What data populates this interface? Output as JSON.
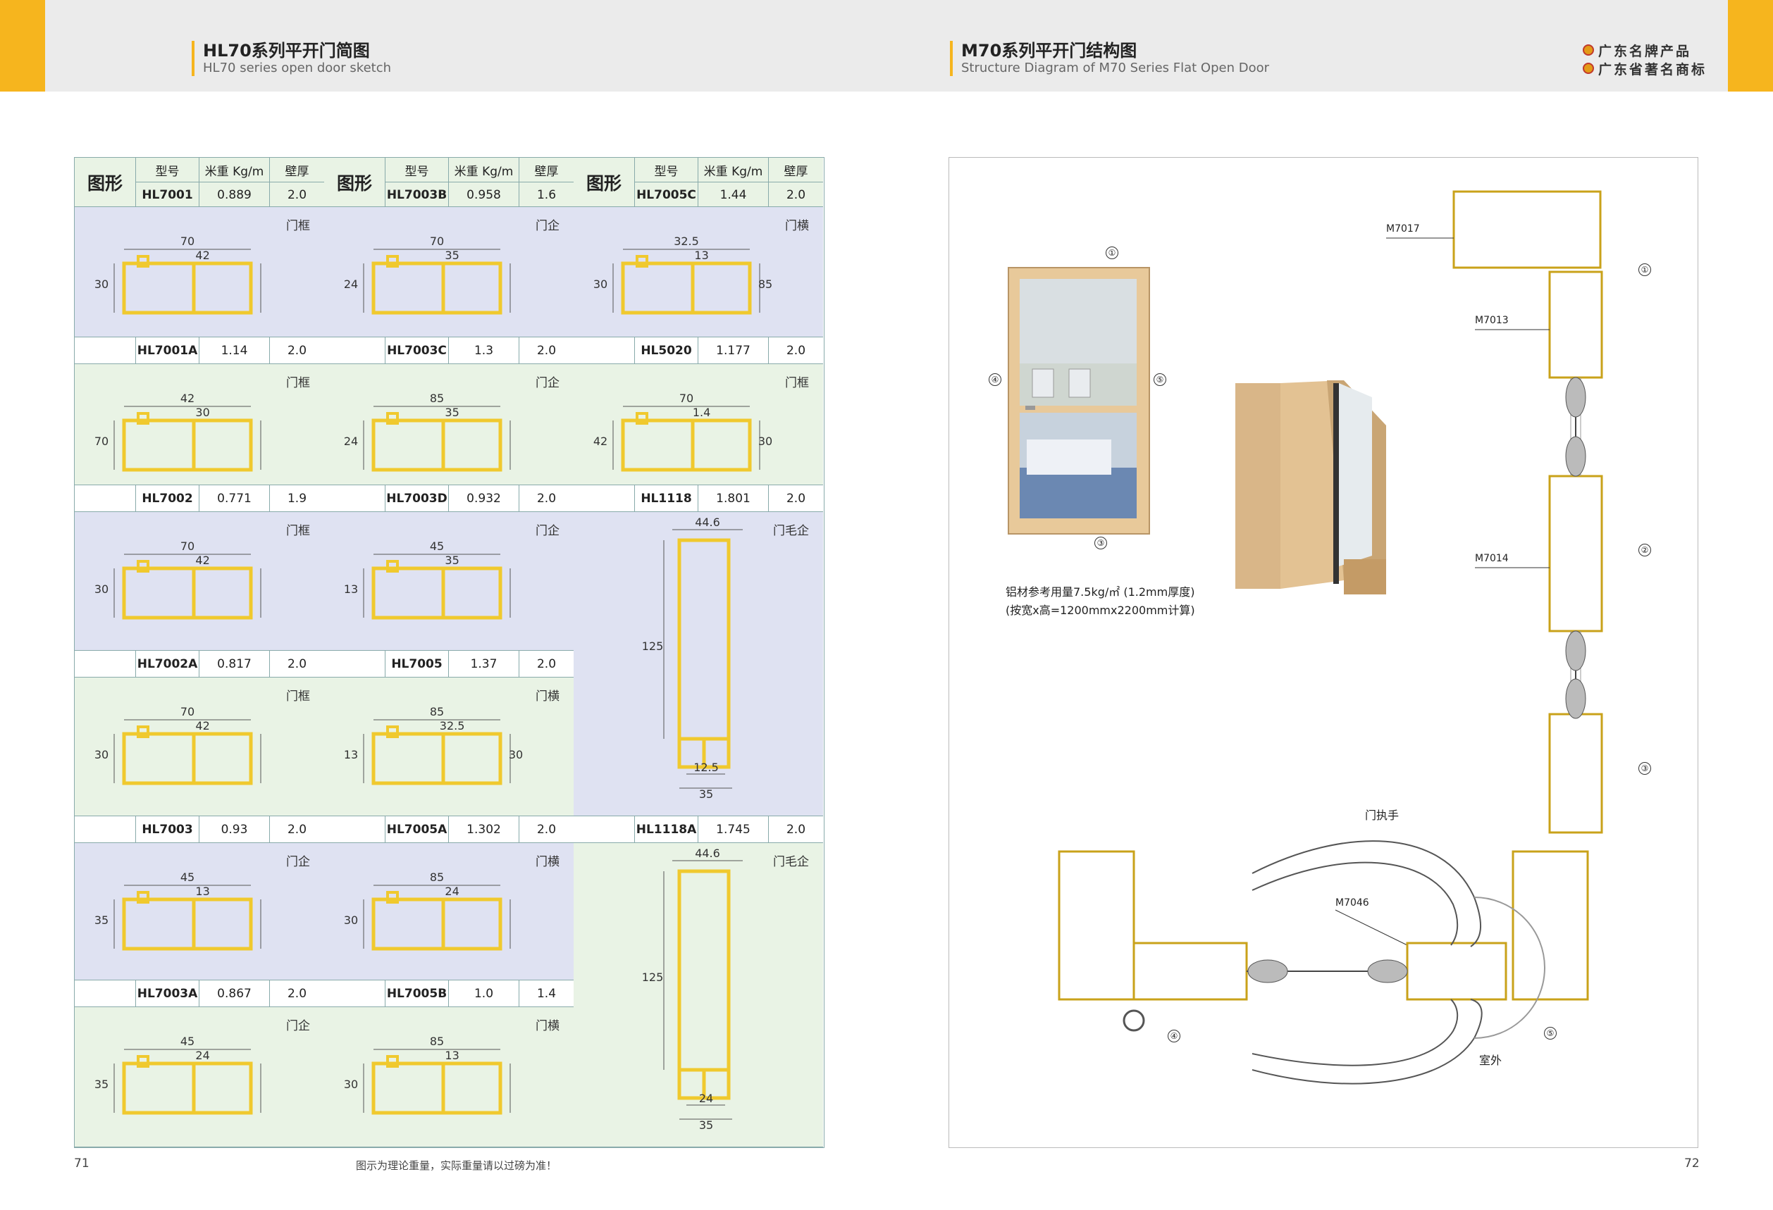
{
  "header": {
    "left_title_cn": "HL70系列平开门简图",
    "left_title_en": "HL70 series open door sketch",
    "right_title_cn": "M70系列平开门结构图",
    "right_title_en": "Structure Diagram of M70 Series Flat Open Door",
    "brand_line1": "广东名牌产品",
    "brand_line2": "广东省著名商标"
  },
  "table_header": {
    "shape": "图形",
    "model": "型号",
    "weight": "米重 Kg/m",
    "thickness": "壁厚"
  },
  "columns": [
    {
      "items": [
        {
          "model": "HL7001",
          "weight": "0.889",
          "thick": "2.0",
          "tag": "门框",
          "dims": [
            "70",
            "42",
            "30"
          ]
        },
        {
          "model": "HL7001A",
          "weight": "1.14",
          "thick": "2.0",
          "tag": "门框",
          "dims": [
            "42",
            "30",
            "70"
          ]
        },
        {
          "model": "HL7002",
          "weight": "0.771",
          "thick": "1.9",
          "tag": "门框",
          "dims": [
            "70",
            "42",
            "30"
          ]
        },
        {
          "model": "HL7002A",
          "weight": "0.817",
          "thick": "2.0",
          "tag": "门框",
          "dims": [
            "70",
            "42",
            "30"
          ]
        },
        {
          "model": "HL7003",
          "weight": "0.93",
          "thick": "2.0",
          "tag": "门企",
          "dims": [
            "45",
            "13",
            "35"
          ]
        },
        {
          "model": "HL7003A",
          "weight": "0.867",
          "thick": "2.0",
          "tag": "门企",
          "dims": [
            "45",
            "24",
            "35"
          ]
        }
      ]
    },
    {
      "items": [
        {
          "model": "HL7003B",
          "weight": "0.958",
          "thick": "1.6",
          "tag": "门企",
          "dims": [
            "70",
            "35",
            "24"
          ]
        },
        {
          "model": "HL7003C",
          "weight": "1.3",
          "thick": "2.0",
          "tag": "门企",
          "dims": [
            "85",
            "35",
            "24"
          ]
        },
        {
          "model": "HL7003D",
          "weight": "0.932",
          "thick": "2.0",
          "tag": "门企",
          "dims": [
            "45",
            "35",
            "13"
          ]
        },
        {
          "model": "HL7005",
          "weight": "1.37",
          "thick": "2.0",
          "tag": "门横",
          "dims": [
            "85",
            "32.5",
            "13",
            "30"
          ]
        },
        {
          "model": "HL7005A",
          "weight": "1.302",
          "thick": "2.0",
          "tag": "门横",
          "dims": [
            "85",
            "24",
            "30"
          ]
        },
        {
          "model": "HL7005B",
          "weight": "1.0",
          "thick": "1.4",
          "tag": "门横",
          "dims": [
            "85",
            "13",
            "30"
          ]
        }
      ]
    },
    {
      "items": [
        {
          "model": "HL7005C",
          "weight": "1.44",
          "thick": "2.0",
          "tag": "门横",
          "dims": [
            "32.5",
            "13",
            "30",
            "85"
          ]
        },
        {
          "model": "HL5020",
          "weight": "1.177",
          "thick": "2.0",
          "tag": "门框",
          "dims": [
            "70",
            "1.4",
            "42",
            "30"
          ]
        },
        {
          "model": "HL1118",
          "weight": "1.801",
          "thick": "2.0",
          "tag": "门毛企",
          "dims": [
            "44.6",
            "125",
            "12.5",
            "35"
          ]
        },
        {
          "model": "HL1118A",
          "weight": "1.745",
          "thick": "2.0",
          "tag": "门毛企",
          "dims": [
            "44.6",
            "125",
            "24",
            "35"
          ]
        }
      ]
    }
  ],
  "footer": {
    "page_left": "71",
    "page_right": "72",
    "note": "图示为理论重量，实际重量请以过磅为准！"
  },
  "structure": {
    "labels": {
      "m7017": "M7017",
      "m7013": "M7013",
      "m7014": "M7014",
      "m7046": "M7046",
      "handle": "门执手",
      "outside": "室外"
    },
    "markers": {
      "one": "①",
      "two": "②",
      "three": "③",
      "four": "④",
      "five": "⑤"
    },
    "usage_note_1": "铝材参考用量7.5kg/㎡ (1.2mm厚度)",
    "usage_note_2": "(按宽x高=1200mmx2200mm计算)"
  },
  "colors": {
    "accent": "#f6b51e",
    "profile": "#f0c92e",
    "profile_stroke": "#b48a10"
  }
}
